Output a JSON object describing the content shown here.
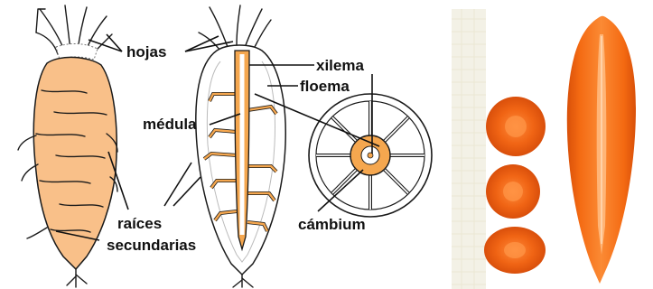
{
  "labels": {
    "hojas": "hojas",
    "xilema": "xilema",
    "floema": "floema",
    "medula": "médula",
    "raices_line1": "raíces",
    "raices_line2": "secundarias",
    "cambium": "cámbium"
  },
  "colors": {
    "carrot_fill": "#f9c089",
    "pith_fill": "#f5a74f",
    "photo_orange": "#f46a12",
    "photo_core": "#ffb577",
    "photo_bg": "#f3f1e6"
  }
}
